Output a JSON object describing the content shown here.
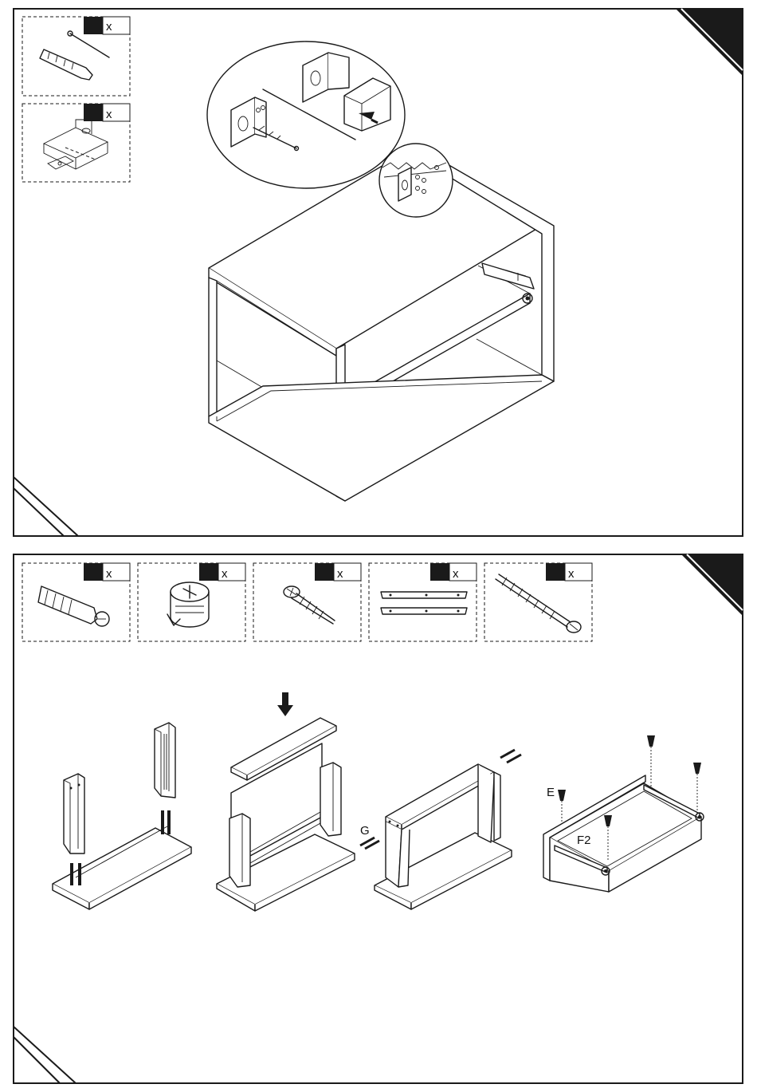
{
  "page": {
    "background": "#ffffff",
    "line_color": "#1a1a1a"
  },
  "step_top": {
    "parts": [
      {
        "icon": "wall-plug-and-screw-icon",
        "qty_mark": "x"
      },
      {
        "icon": "hanging-bracket-icon",
        "qty_mark": "x"
      }
    ]
  },
  "step_bottom": {
    "parts": [
      {
        "icon": "cam-dowel-icon",
        "qty_mark": "x"
      },
      {
        "icon": "cam-lock-icon",
        "qty_mark": "x"
      },
      {
        "icon": "countersunk-screw-icon",
        "qty_mark": "x"
      },
      {
        "icon": "drawer-runner-pair-icon",
        "qty_mark": "x"
      },
      {
        "icon": "long-screw-icon",
        "qty_mark": "x"
      }
    ],
    "labels": {
      "g": "G",
      "e": "E",
      "f2": "F2"
    }
  }
}
